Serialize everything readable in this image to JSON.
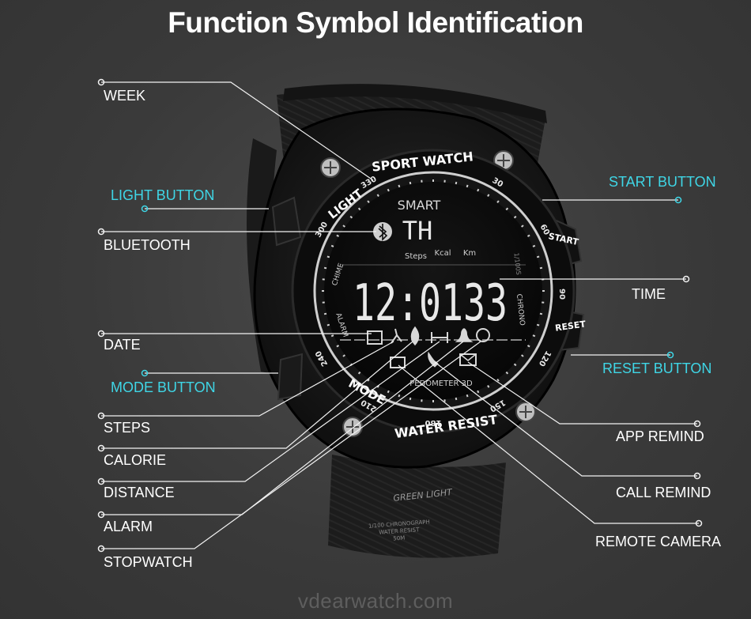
{
  "title": "Function Symbol Identification",
  "watermark": "vdearwatch.com",
  "colors": {
    "background": "#3a3a3a",
    "text_white": "#ffffff",
    "accent_cyan": "#3fd6e6"
  },
  "labels_left": [
    {
      "key": "week",
      "text": "WEEK",
      "color": "white"
    },
    {
      "key": "light_button",
      "text": "LIGHT BUTTON",
      "color": "cyan"
    },
    {
      "key": "bluetooth",
      "text": "BLUETOOTH",
      "color": "white"
    },
    {
      "key": "date",
      "text": "DATE",
      "color": "white"
    },
    {
      "key": "mode_button",
      "text": "MODE BUTTON",
      "color": "cyan"
    },
    {
      "key": "steps",
      "text": "STEPS",
      "color": "white"
    },
    {
      "key": "calorie",
      "text": "CALORIE",
      "color": "white"
    },
    {
      "key": "distance",
      "text": "DISTANCE",
      "color": "white"
    },
    {
      "key": "alarm",
      "text": "ALARM",
      "color": "white"
    },
    {
      "key": "stopwatch",
      "text": "STOPWATCH",
      "color": "white"
    }
  ],
  "labels_right": [
    {
      "key": "start_button",
      "text": "START BUTTON",
      "color": "cyan"
    },
    {
      "key": "time",
      "text": "TIME",
      "color": "white"
    },
    {
      "key": "reset_button",
      "text": "RESET BUTTON",
      "color": "cyan"
    },
    {
      "key": "app_remind",
      "text": "APP REMIND",
      "color": "white"
    },
    {
      "key": "call_remind",
      "text": "CALL REMIND",
      "color": "white"
    },
    {
      "key": "remote_camera",
      "text": "REMOTE CAMERA",
      "color": "white"
    }
  ],
  "watch": {
    "brand_top": "SPORT WATCH",
    "brand_bottom": "WATER RESIST",
    "face_brand": "SMART",
    "weekday": "TH",
    "time": "12:0133",
    "steps_label": "Steps",
    "kcal_label": "Kcal",
    "km_label": "Km",
    "pedometer": "PEDOMETER 3D",
    "button_light": "LIGHT",
    "button_start": "START",
    "button_reset": "RESET",
    "button_mode": "MODE",
    "chime": "CHIME",
    "alarm": "ALARM",
    "chrono": "CHRONO",
    "laps": "1/100S",
    "strap_text": "GREEN LIGHT",
    "strap_small_1": "1/100 CHRONOGRAPH",
    "strap_small_2": "WATER RESIST",
    "strap_small_3": "50M",
    "bezel_numbers": [
      "330",
      "30",
      "60",
      "90",
      "120",
      "150",
      "180",
      "210",
      "240",
      "300"
    ]
  }
}
